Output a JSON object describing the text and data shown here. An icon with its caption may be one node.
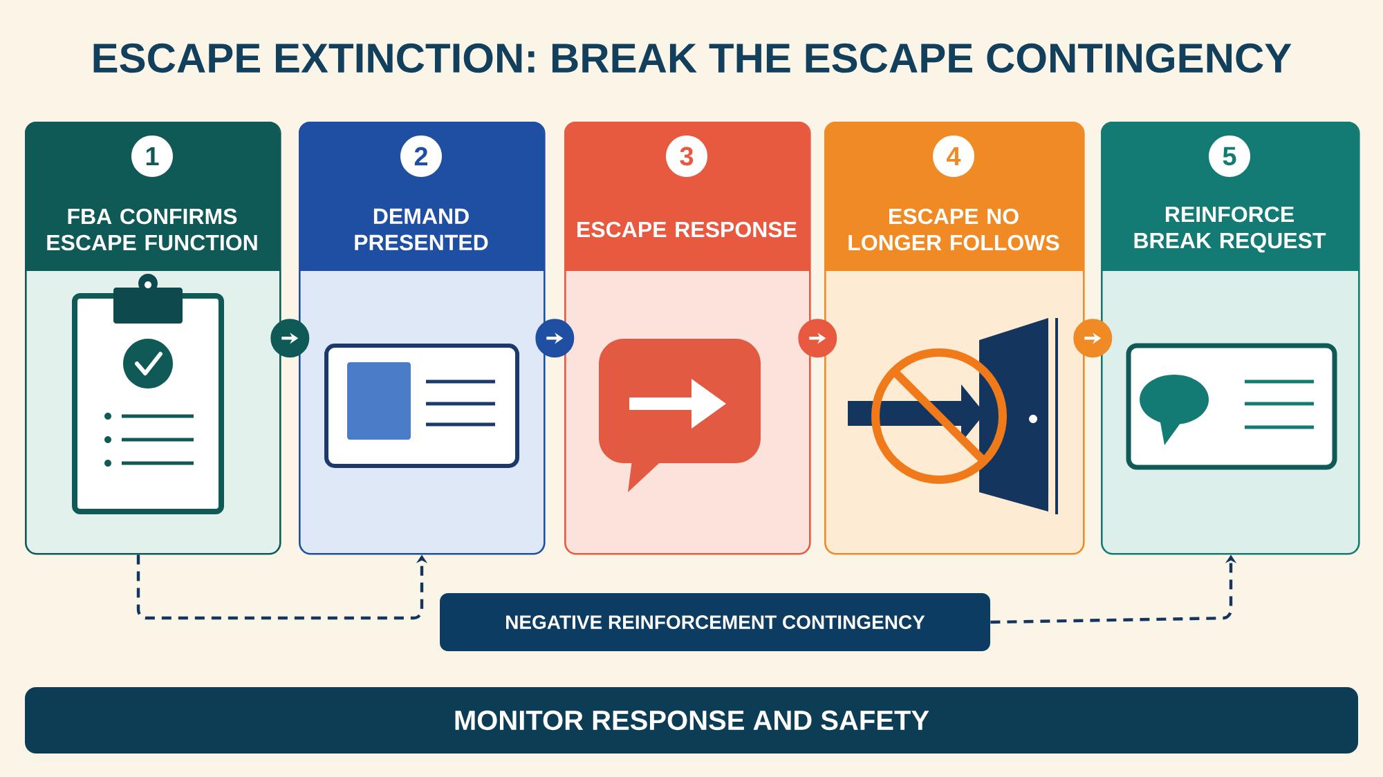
{
  "diagram": {
    "title": "ESCAPE EXTINCTION: BREAK THE ESCAPE CONTINGENCY",
    "nodes": [
      {
        "text": [
          "1",
          "FBA CONFIRMS ESCAPE FUNCTION"
        ]
      },
      {
        "text": [
          "2",
          "DEMAND PRESENTED"
        ]
      },
      {
        "text": [
          "3",
          "ESCAPE RESPONSE"
        ]
      },
      {
        "text": [
          "4",
          "ESCAPE NO LONGER FOLLOWS"
        ]
      },
      {
        "text": [
          "5",
          "REINFORCE BREAK REQUEST"
        ]
      },
      {
        "text": [
          "NEGATIVE REINFORCEMENT CONTINGENCY"
        ]
      },
      {
        "text": [
          "MONITOR RESPONSE AND SAFETY"
        ]
      }
    ],
    "edges": [
      {
        "from": 0,
        "to": 1,
        "arrow": "to"
      },
      {
        "from": 1,
        "to": 2,
        "arrow": "to"
      },
      {
        "from": 2,
        "to": 3,
        "arrow": "to"
      },
      {
        "from": 3,
        "to": 4,
        "arrow": "to"
      },
      {
        "from": 0,
        "to": 1,
        "arrow": "to",
        "style": "dashed",
        "color": "#14365e"
      },
      {
        "from": 5,
        "to": 4,
        "arrow": "to",
        "style": "dashed",
        "color": "#14365e"
      }
    ]
  }
}
